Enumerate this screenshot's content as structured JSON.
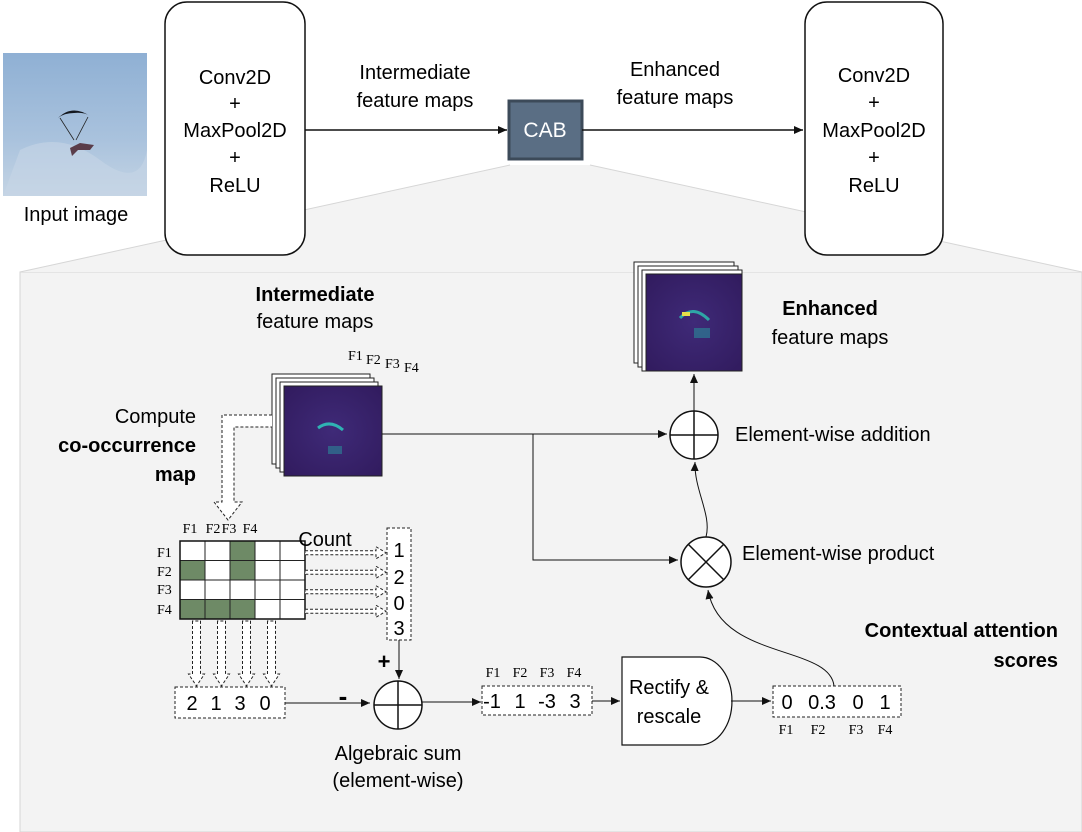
{
  "top": {
    "input_image_label": "Input image",
    "block1": [
      "Conv2D",
      "+",
      "MaxPool2D",
      "+",
      "ReLU"
    ],
    "arrow1_label": [
      "Intermediate",
      "feature maps"
    ],
    "cab_label": "CAB",
    "arrow2_label": [
      "Enhanced",
      "feature maps"
    ],
    "block2": [
      "Conv2D",
      "+",
      "MaxPool2D",
      "+",
      "ReLU"
    ]
  },
  "detail": {
    "intermediate_title_bold": "Intermediate",
    "intermediate_title_rest": "feature maps",
    "stack_labels": [
      "F1",
      "F2",
      "F3",
      "F4"
    ],
    "compute_line1": "Compute",
    "compute_line2_bold": "co-occurrence",
    "compute_line3_bold": "map",
    "matrix_col_labels": [
      "F1",
      "F2",
      "F3",
      "F4"
    ],
    "matrix_row_labels": [
      "F1",
      "F2",
      "F3",
      "F4"
    ],
    "matrix_cells": [
      [
        0,
        0,
        1,
        0
      ],
      [
        1,
        0,
        1,
        0
      ],
      [
        0,
        0,
        0,
        0
      ],
      [
        1,
        1,
        1,
        0
      ]
    ],
    "count_label": "Count",
    "row_counts": [
      "1",
      "2",
      "0",
      "3"
    ],
    "col_counts": [
      "2",
      "1",
      "3",
      "0"
    ],
    "plus_sign": "+",
    "minus_sign": "-",
    "sum_label": [
      "Algebraic sum",
      "(element-wise)"
    ],
    "diff_labels": [
      "F1",
      "F2",
      "F3",
      "F4"
    ],
    "diff_values": [
      "-1",
      "1",
      "-3",
      "3"
    ],
    "rectify_label": [
      "Rectify &",
      "rescale"
    ],
    "score_values": [
      "0",
      "0.3",
      "0",
      "1"
    ],
    "score_labels": [
      "F1",
      "F2",
      "F3",
      "F4"
    ],
    "scores_title": [
      "Contextual attention",
      "scores"
    ],
    "product_label": "Element-wise product",
    "addition_label": "Element-wise addition",
    "enhanced_title_bold": "Enhanced",
    "enhanced_title_rest": "feature maps"
  },
  "colors": {
    "panel_fill": "#f3f3f3",
    "cab_fill": "#5a6e84",
    "cell_fill": "#6e8a66",
    "feature_map_bg": "#3b1f6a",
    "sky": "#9db9d8"
  }
}
